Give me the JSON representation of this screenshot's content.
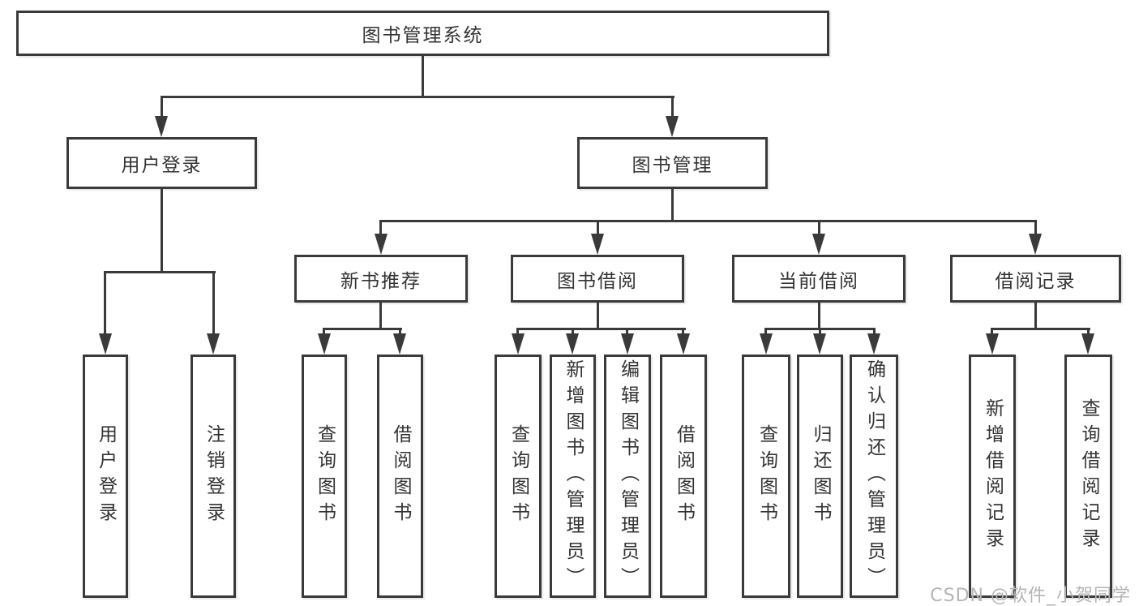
{
  "diagram": {
    "root": "图书管理系统",
    "level2": [
      {
        "label": "用户登录"
      },
      {
        "label": "图书管理"
      }
    ],
    "level3": [
      {
        "label": "新书推荐"
      },
      {
        "label": "图书借阅"
      },
      {
        "label": "当前借阅"
      },
      {
        "label": "借阅记录"
      }
    ],
    "leaves": {
      "userLogin": [
        "用户登录",
        "注销登录"
      ],
      "newBooks": [
        "查询图书",
        "借阅图书"
      ],
      "bookBorrow": [
        "查询图书",
        "新增图书（管理员）",
        "编辑图书（管理员）",
        "借阅图书"
      ],
      "currentBorrow": [
        "查询图书",
        "归还图书",
        "确认归还（管理员）"
      ],
      "borrowRecords": [
        "新增借阅记录",
        "查询借阅记录"
      ]
    }
  },
  "watermark": {
    "text": "CSDN @软件_小贺同学"
  },
  "colors": {
    "line": "#3a3a3a",
    "text": "#333333",
    "watermark": "#b5b5b5",
    "background": "#ffffff"
  }
}
